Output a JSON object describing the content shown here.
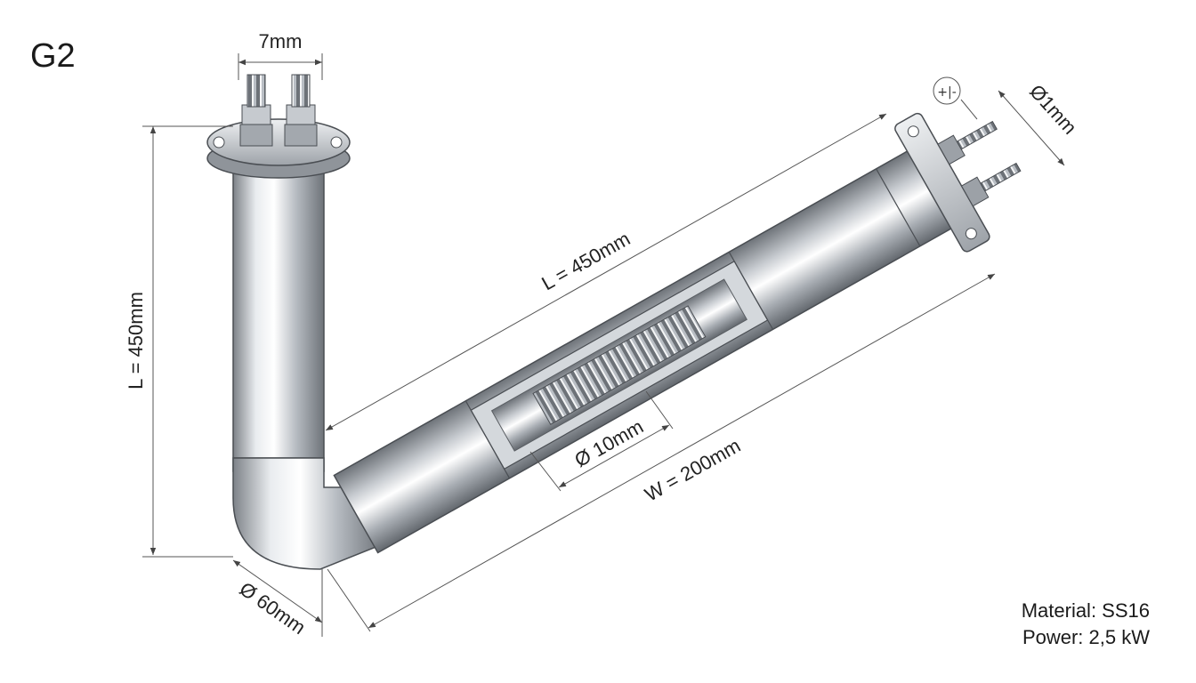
{
  "drawing_label": "G2",
  "dimensions": {
    "terminal_spacing": "7mm",
    "vertical_length": "L = 450mm",
    "horizontal_length": "L = 450mm",
    "terminal_diameter": "Ø1mm",
    "inner_coil_diameter": "Ø 10mm",
    "width": "W = 200mm",
    "tube_diameter": "Ø 60mm",
    "polarity_symbol": "+|-"
  },
  "specs": {
    "material": "Material: SS16",
    "power": "Power: 2,5 kW"
  }
}
